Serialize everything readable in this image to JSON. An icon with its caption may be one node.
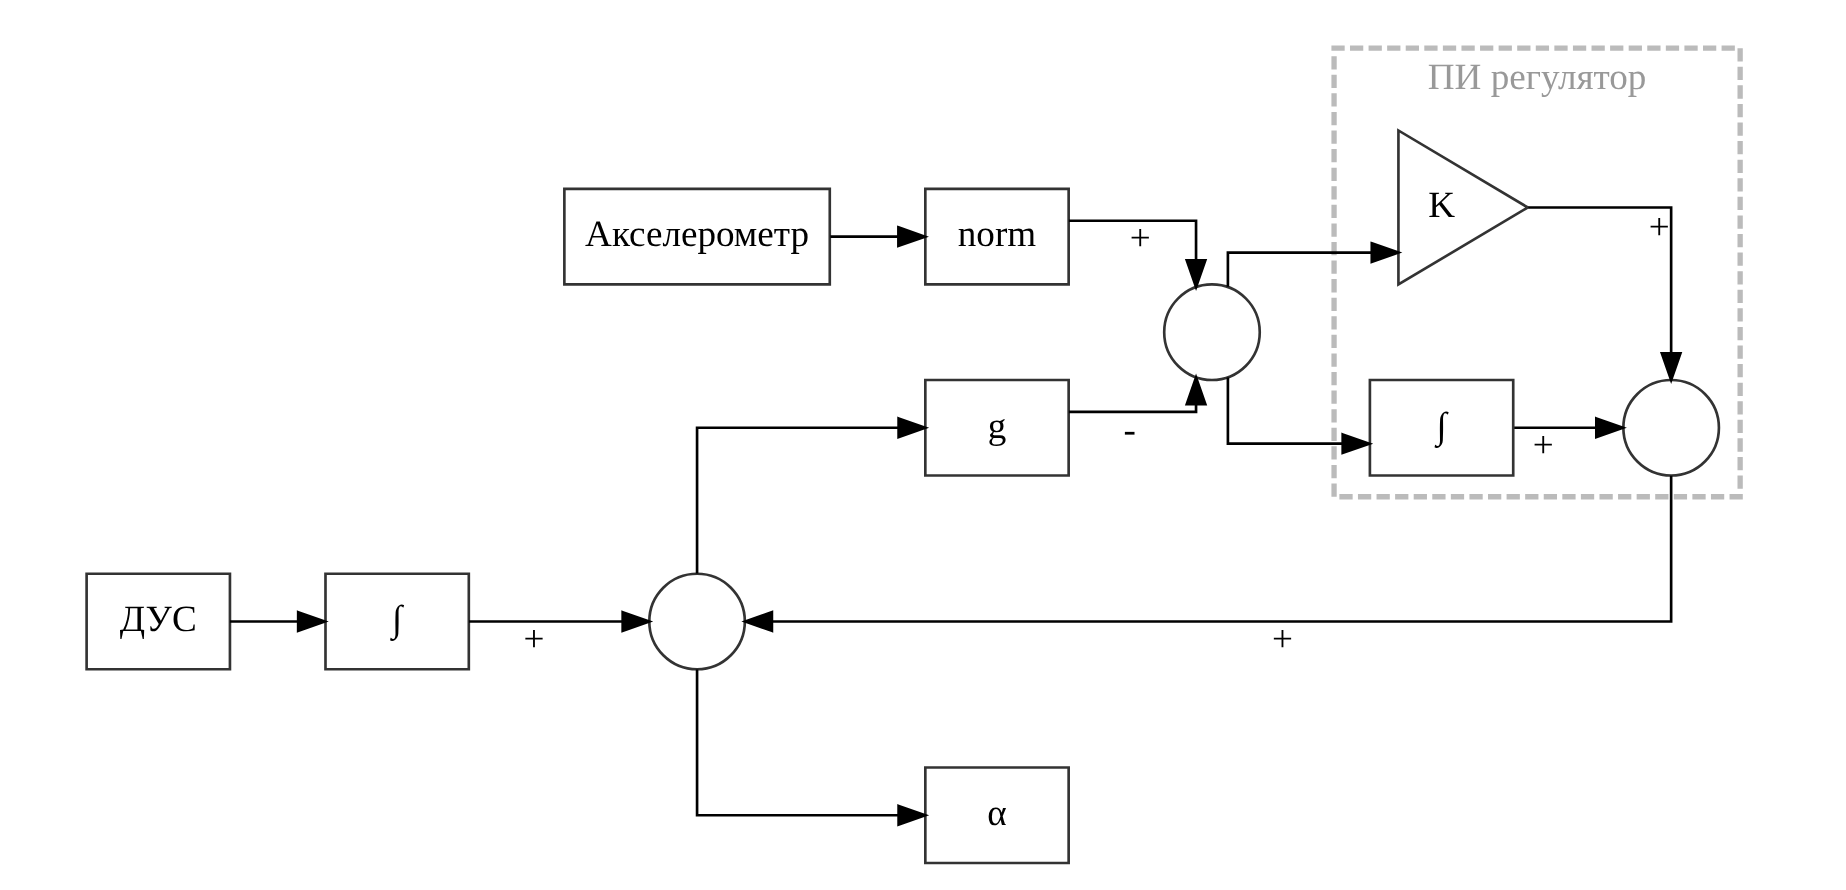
{
  "diagram": {
    "nodes": [
      {
        "text": [
          "Акселерометр"
        ]
      },
      {
        "text": [
          "norm"
        ]
      },
      {
        "text": [],
        "shape": "circle"
      },
      {
        "text": [
          "ПИ регулятор"
        ]
      },
      {
        "text": [
          "K"
        ],
        "in": 3
      },
      {
        "text": [
          "∫"
        ],
        "in": 3
      },
      {
        "text": [],
        "shape": "circle",
        "in": 3
      },
      {
        "text": [],
        "shape": "circle"
      },
      {
        "text": [
          "α"
        ]
      },
      {
        "text": [
          "g"
        ]
      },
      {
        "text": [
          "ДУС"
        ]
      },
      {
        "text": [
          "∫"
        ]
      }
    ],
    "edges": [
      {
        "from": 0,
        "to": 1,
        "arrow": "to"
      },
      {
        "from": 1,
        "to": 2,
        "arrow": "to",
        "label": "+"
      },
      {
        "from": 2,
        "to": 4,
        "arrow": "to"
      },
      {
        "from": 2,
        "to": 5,
        "arrow": "to"
      },
      {
        "from": 4,
        "to": 6,
        "arrow": "to",
        "label": "+"
      },
      {
        "from": 5,
        "to": 6,
        "arrow": "to",
        "label": "+"
      },
      {
        "from": 6,
        "to": 7,
        "arrow": "to",
        "label": "+"
      },
      {
        "from": 7,
        "to": 8,
        "arrow": "to"
      },
      {
        "from": 7,
        "to": 9,
        "arrow": "to"
      },
      {
        "from": 9,
        "to": 2,
        "arrow": "to",
        "label": "-"
      },
      {
        "from": 10,
        "to": 11,
        "arrow": "to"
      },
      {
        "from": 11,
        "to": 7,
        "arrow": "to",
        "label": "+"
      }
    ]
  }
}
